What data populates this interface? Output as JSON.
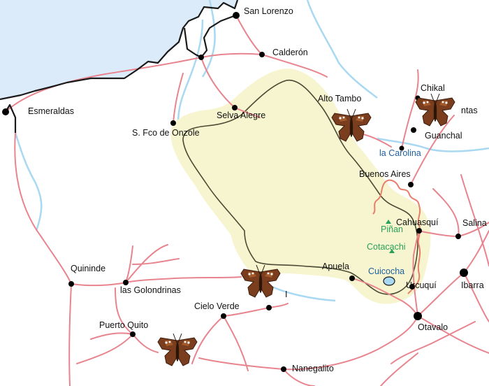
{
  "map": {
    "colors": {
      "sea": "#dcebfa",
      "rivers": "#a9d9f2",
      "roads": "#e8848e",
      "reserve_fill": "#f7f5cf",
      "reserve_border": "#4a4a35",
      "park_border": "#e77e6a",
      "town_dot": "#000000"
    },
    "towns": [
      {
        "id": "san-lorenzo",
        "name": "San Lorenzo"
      },
      {
        "id": "calderon",
        "name": "Calderón"
      },
      {
        "id": "esmeraldas",
        "name": "Esmeraldas"
      },
      {
        "id": "selva-alegre",
        "name": "Selva Alegre"
      },
      {
        "id": "s-fco-de-onzole",
        "name": "S. Fco de Onzole"
      },
      {
        "id": "alto-tambo",
        "name": "Alto Tambo"
      },
      {
        "id": "chikal",
        "name": "Chikal"
      },
      {
        "id": "ntas",
        "name": "ntas"
      },
      {
        "id": "guanchal",
        "name": "Guanchal"
      },
      {
        "id": "buenos-aires",
        "name": "Buenos Aires"
      },
      {
        "id": "cahuasqui",
        "name": "Cahuasquí"
      },
      {
        "id": "salina",
        "name": "Salina"
      },
      {
        "id": "quininde",
        "name": "Quininde"
      },
      {
        "id": "las-golondrinas",
        "name": "las Golondrinas"
      },
      {
        "id": "apuela",
        "name": "Apuela"
      },
      {
        "id": "urcuqui",
        "name": "Urcuquí"
      },
      {
        "id": "ibarra",
        "name": "Ibarra"
      },
      {
        "id": "cielo-verde",
        "name": "Cielo Verde"
      },
      {
        "id": "i-town",
        "name": "I"
      },
      {
        "id": "puerto-quito",
        "name": "Puerto Quito"
      },
      {
        "id": "otavalo",
        "name": "Otavalo"
      },
      {
        "id": "nanegalito",
        "name": "Nanegalito"
      }
    ],
    "water_labels": [
      {
        "id": "la-carolina",
        "name": "la Carolina"
      },
      {
        "id": "cuicocha",
        "name": "Cuicocha"
      }
    ],
    "peak_labels": [
      {
        "id": "pinan",
        "name": "Piñan"
      },
      {
        "id": "cotacachi",
        "name": "Cotacachi"
      }
    ],
    "markers": {
      "icon": "butterfly-icon",
      "count": 4
    }
  }
}
